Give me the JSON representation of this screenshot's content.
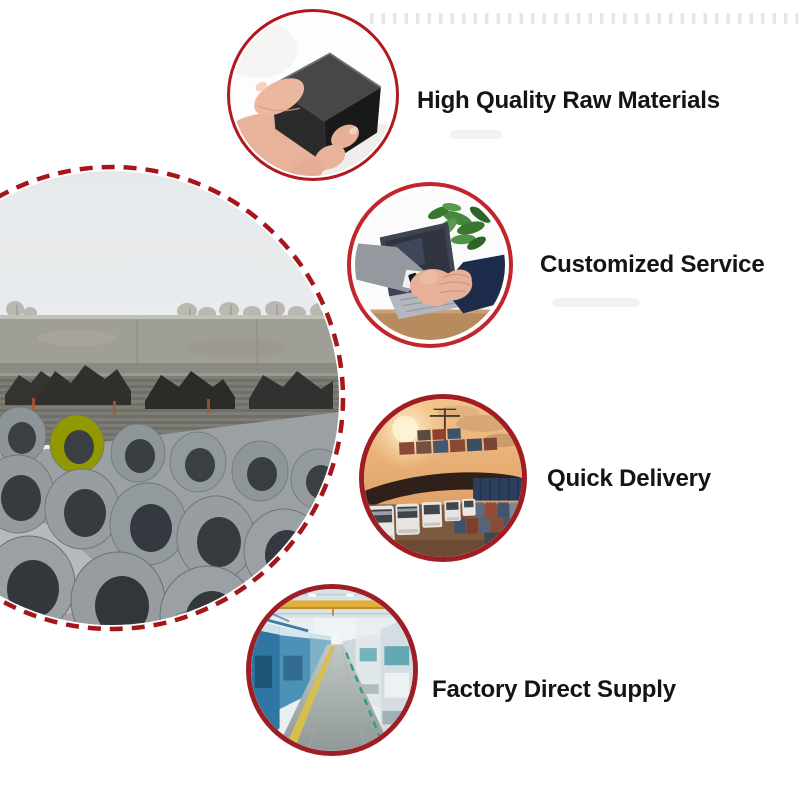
{
  "colors": {
    "background": "#ffffff",
    "accent_red": "#ab1d22",
    "dashed_circle_red": "#a5161b",
    "label_text": "#141414"
  },
  "hero": {
    "image": "graphite-electrodes-stockyard-photo"
  },
  "features": [
    {
      "label": "High Quality Raw Materials",
      "image": "hand-holding-graphite-block-photo"
    },
    {
      "label": "Customized Service",
      "image": "business-handshake-laptop-photo"
    },
    {
      "label": "Quick Delivery",
      "image": "container-port-truck-fleet-photo"
    },
    {
      "label": "Factory Direct Supply",
      "image": "factory-production-line-photo"
    }
  ]
}
